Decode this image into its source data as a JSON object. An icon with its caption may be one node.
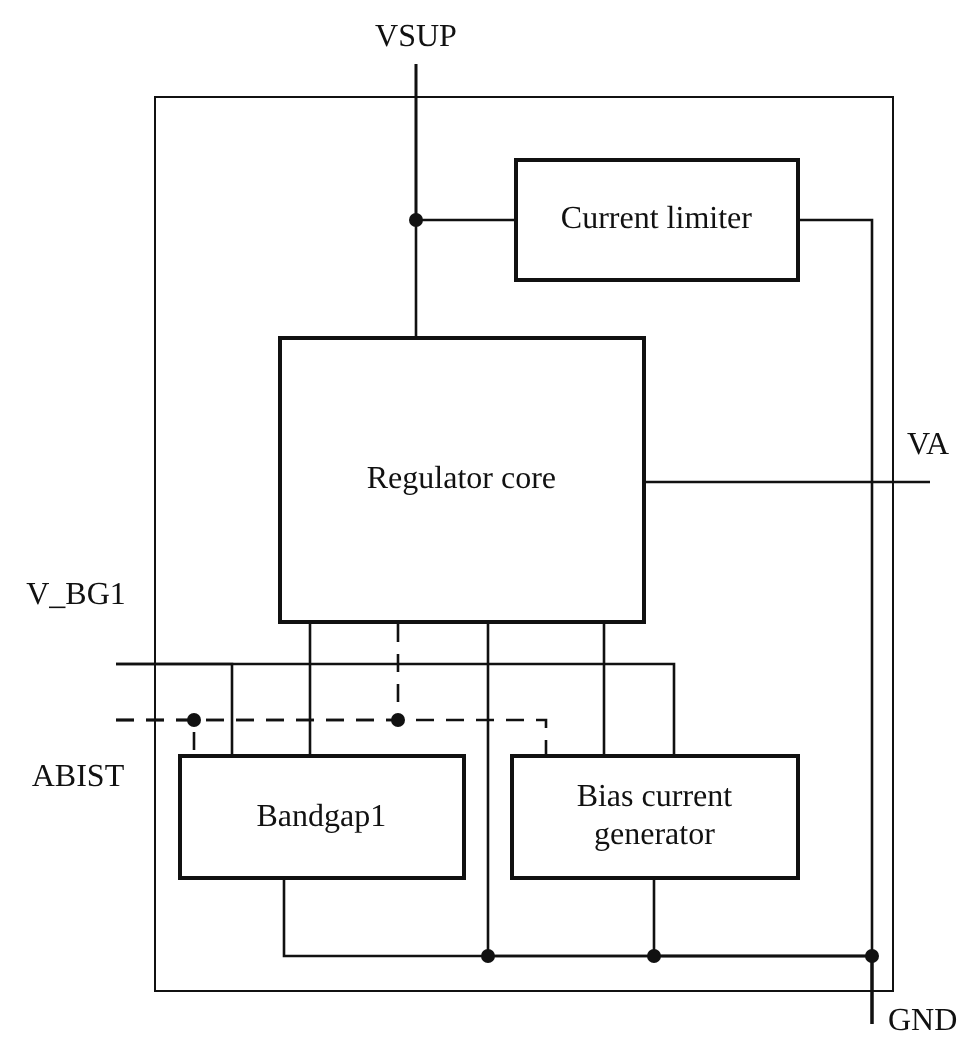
{
  "diagram": {
    "nodes": [
      {
        "text": [],
        "shape": "box"
      },
      {
        "text": [
          "VSUP"
        ]
      },
      {
        "text": [
          "Current limiter"
        ],
        "in": 0
      },
      {
        "text": [
          "Regulator core"
        ],
        "in": 0
      },
      {
        "text": [
          "VA"
        ]
      },
      {
        "text": [
          "V_BG1"
        ]
      },
      {
        "text": [
          "ABIST"
        ]
      },
      {
        "text": [
          "Bandgap1"
        ],
        "in": 0
      },
      {
        "text": [
          "Bias current generator"
        ],
        "in": 0
      },
      {
        "text": [
          "GND"
        ]
      }
    ],
    "edges": [
      {
        "from": 1,
        "to": 3,
        "arrow": "none"
      },
      {
        "from": 1,
        "to": 2,
        "arrow": "none"
      },
      {
        "from": 2,
        "to": 9,
        "arrow": "none"
      },
      {
        "from": 3,
        "to": 4,
        "arrow": "none"
      },
      {
        "from": 5,
        "to": 7,
        "arrow": "none"
      },
      {
        "from": 5,
        "to": 8,
        "arrow": "none"
      },
      {
        "from": 3,
        "to": 7,
        "arrow": "none"
      },
      {
        "from": 3,
        "to": 8,
        "arrow": "none"
      },
      {
        "from": 3,
        "to": 6,
        "arrow": "none",
        "style": "dashed"
      },
      {
        "from": 6,
        "to": 7,
        "arrow": "none",
        "style": "dashed"
      },
      {
        "from": 6,
        "to": 8,
        "arrow": "none",
        "style": "dashed"
      },
      {
        "from": 3,
        "to": 9,
        "arrow": "none"
      },
      {
        "from": 7,
        "to": 9,
        "arrow": "none"
      },
      {
        "from": 8,
        "to": 9,
        "arrow": "none"
      }
    ]
  }
}
